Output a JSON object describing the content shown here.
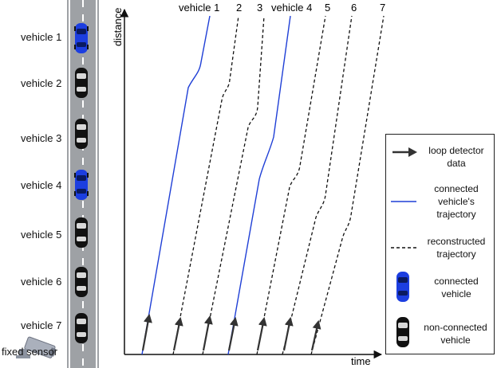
{
  "vehicles_list": [
    {
      "label": "vehicle 1",
      "connected": true
    },
    {
      "label": "vehicle 2",
      "connected": false
    },
    {
      "label": "vehicle 3",
      "connected": false
    },
    {
      "label": "vehicle 4",
      "connected": true
    },
    {
      "label": "vehicle 5",
      "connected": false
    },
    {
      "label": "vehicle 6",
      "connected": false
    },
    {
      "label": "vehicle 7",
      "connected": false
    }
  ],
  "sensor_label": "fixed sensor",
  "axes": {
    "y_label": "distance",
    "x_label": "time"
  },
  "trajectory_labels": [
    "vehicle 1",
    "2",
    "3",
    "vehicle 4",
    "5",
    "6",
    "7"
  ],
  "legend": {
    "loop_detector": "loop detector data",
    "connected_trajectory": "connected vehicle's trajectory",
    "reconstructed_trajectory": "reconstructed trajectory",
    "connected_vehicle": "connected vehicle",
    "non_connected_vehicle": "non-connected vehicle"
  },
  "colors": {
    "connected": "#1f3fd6",
    "reconstructed": "#111111",
    "arrow": "#333333",
    "road": "#9ea1a5",
    "car_connected": "#1c3ee0",
    "car_non_connected": "#111111"
  },
  "icons": [
    "car-icon",
    "sensor-camera-icon",
    "arrow-icon"
  ]
}
